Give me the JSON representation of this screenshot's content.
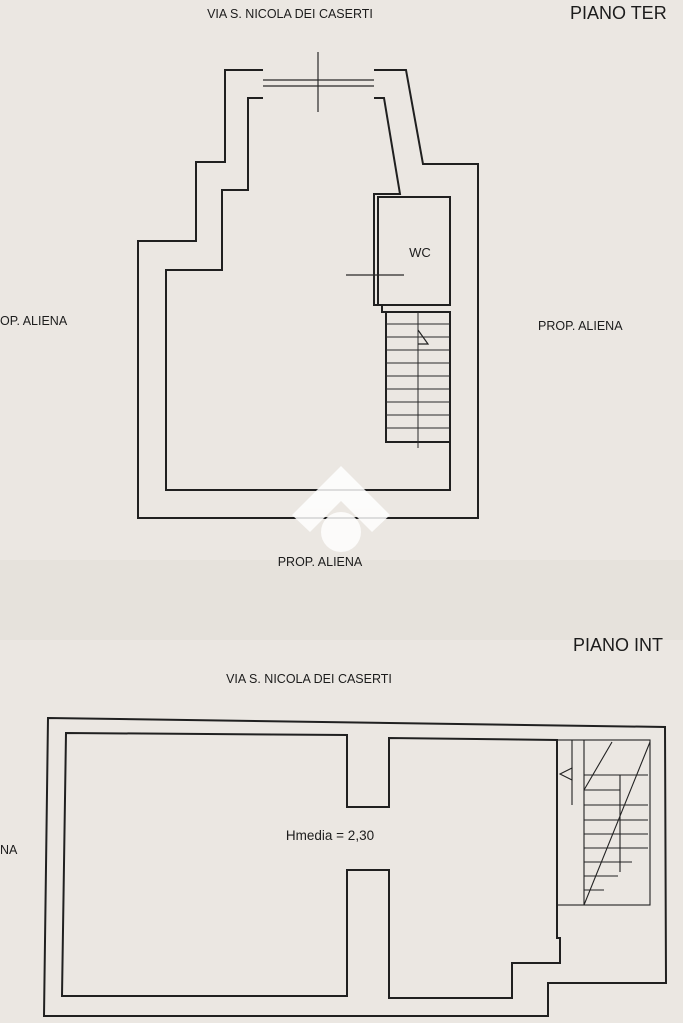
{
  "ground_floor": {
    "title": "PIANO TER",
    "street": "VIA S. NICOLA DEI CASERTI",
    "left_label": "OP. ALIENA",
    "right_label": "PROP. ALIENA",
    "bottom_label": "PROP. ALIENA",
    "wc_label": "WC"
  },
  "mezzanine": {
    "title": "PIANO INT",
    "street": "VIA S. NICOLA DEI CASERTI",
    "left_label": "NA",
    "height_label": "Hmedia = 2,30"
  }
}
